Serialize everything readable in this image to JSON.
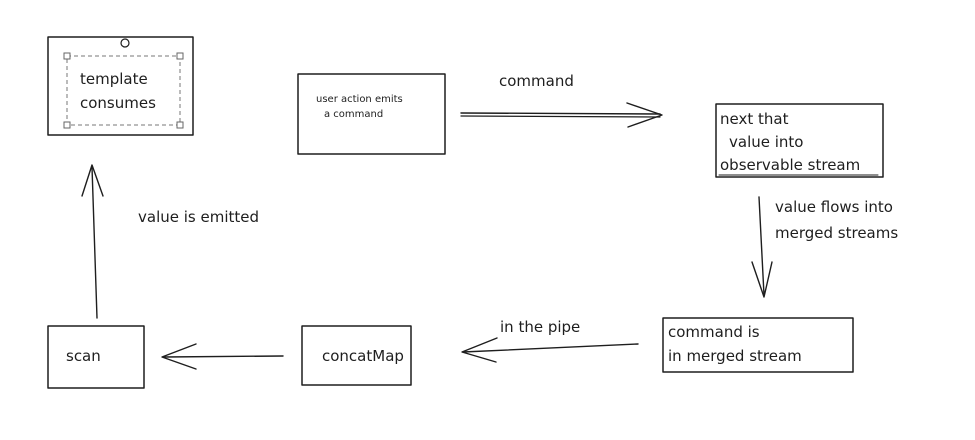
{
  "nodes": {
    "template": {
      "lines": [
        "template",
        "consumes"
      ]
    },
    "user_action": {
      "lines": [
        "user action emits",
        "a command"
      ]
    },
    "next_value": {
      "lines": [
        "next that",
        "value into",
        "observable stream"
      ]
    },
    "merged": {
      "lines": [
        "command is",
        "in merged stream"
      ]
    },
    "concatmap": {
      "label": "concatMap"
    },
    "scan": {
      "label": "scan"
    }
  },
  "edges": {
    "command": "command",
    "value_flows": [
      "value flows into",
      "merged streams"
    ],
    "in_pipe": "in the pipe",
    "value_emitted": "value is emitted"
  }
}
